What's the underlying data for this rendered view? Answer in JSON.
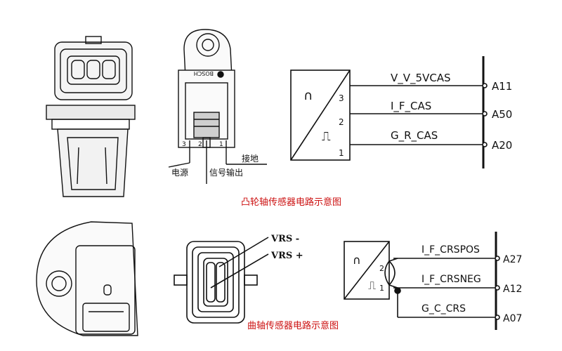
{
  "captions": {
    "cam": "凸轮轴传感器电路示意图",
    "crank": "曲轴传感器电路示意图"
  },
  "cam_side_view": {
    "brand": "BOSCH",
    "pin3": "3",
    "pin2": "2",
    "pin1": "1",
    "power_label": "电源",
    "signal_label": "信号输出",
    "ground_label": "接地"
  },
  "cam_circuit": {
    "sensor_symbol": "∩",
    "sensor_symbol2": "⎍",
    "pin_labels": [
      "3",
      "2",
      "1"
    ],
    "wires": [
      {
        "name": "V_V_5VCAS",
        "terminal": "A11"
      },
      {
        "name": "I_F_CAS",
        "terminal": "A50"
      },
      {
        "name": "G_R_CAS",
        "terminal": "A20"
      }
    ]
  },
  "crank_connector": {
    "vrs_minus": "VRS -",
    "vrs_plus": "VRS +"
  },
  "crank_circuit": {
    "sensor_symbol": "∩",
    "sensor_symbol2": "⎍",
    "pin_labels": [
      "2",
      "1"
    ],
    "wires": [
      {
        "name": "I_F_CRSPOS",
        "terminal": "A27"
      },
      {
        "name": "I_F_CRSNEG",
        "terminal": "A12"
      },
      {
        "name": "G_C_CRS",
        "terminal": "A07"
      }
    ]
  },
  "colors": {
    "caption": "#cc1111",
    "line": "#111111"
  }
}
